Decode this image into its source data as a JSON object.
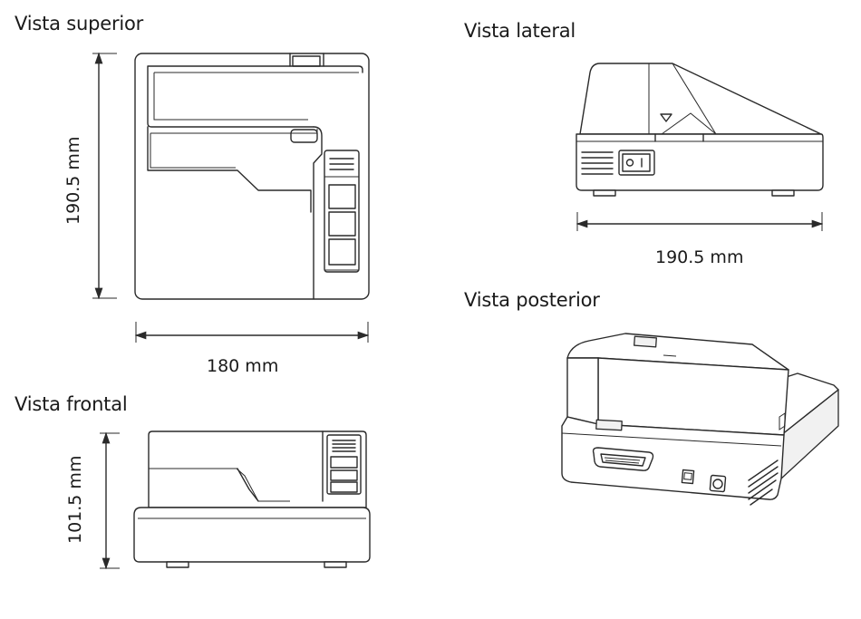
{
  "views": {
    "top": {
      "title": "Vista superior",
      "depth_label": "190.5 mm",
      "width_label": "180 mm"
    },
    "front": {
      "title": "Vista frontal",
      "height_label": "101.5 mm"
    },
    "side": {
      "title": "Vista lateral",
      "depth_label": "190.5 mm"
    },
    "rear": {
      "title": "Vista posterior"
    }
  },
  "colors": {
    "line": "#2a2a2a",
    "background": "#ffffff",
    "panel_fill": "#f1f1f1"
  }
}
